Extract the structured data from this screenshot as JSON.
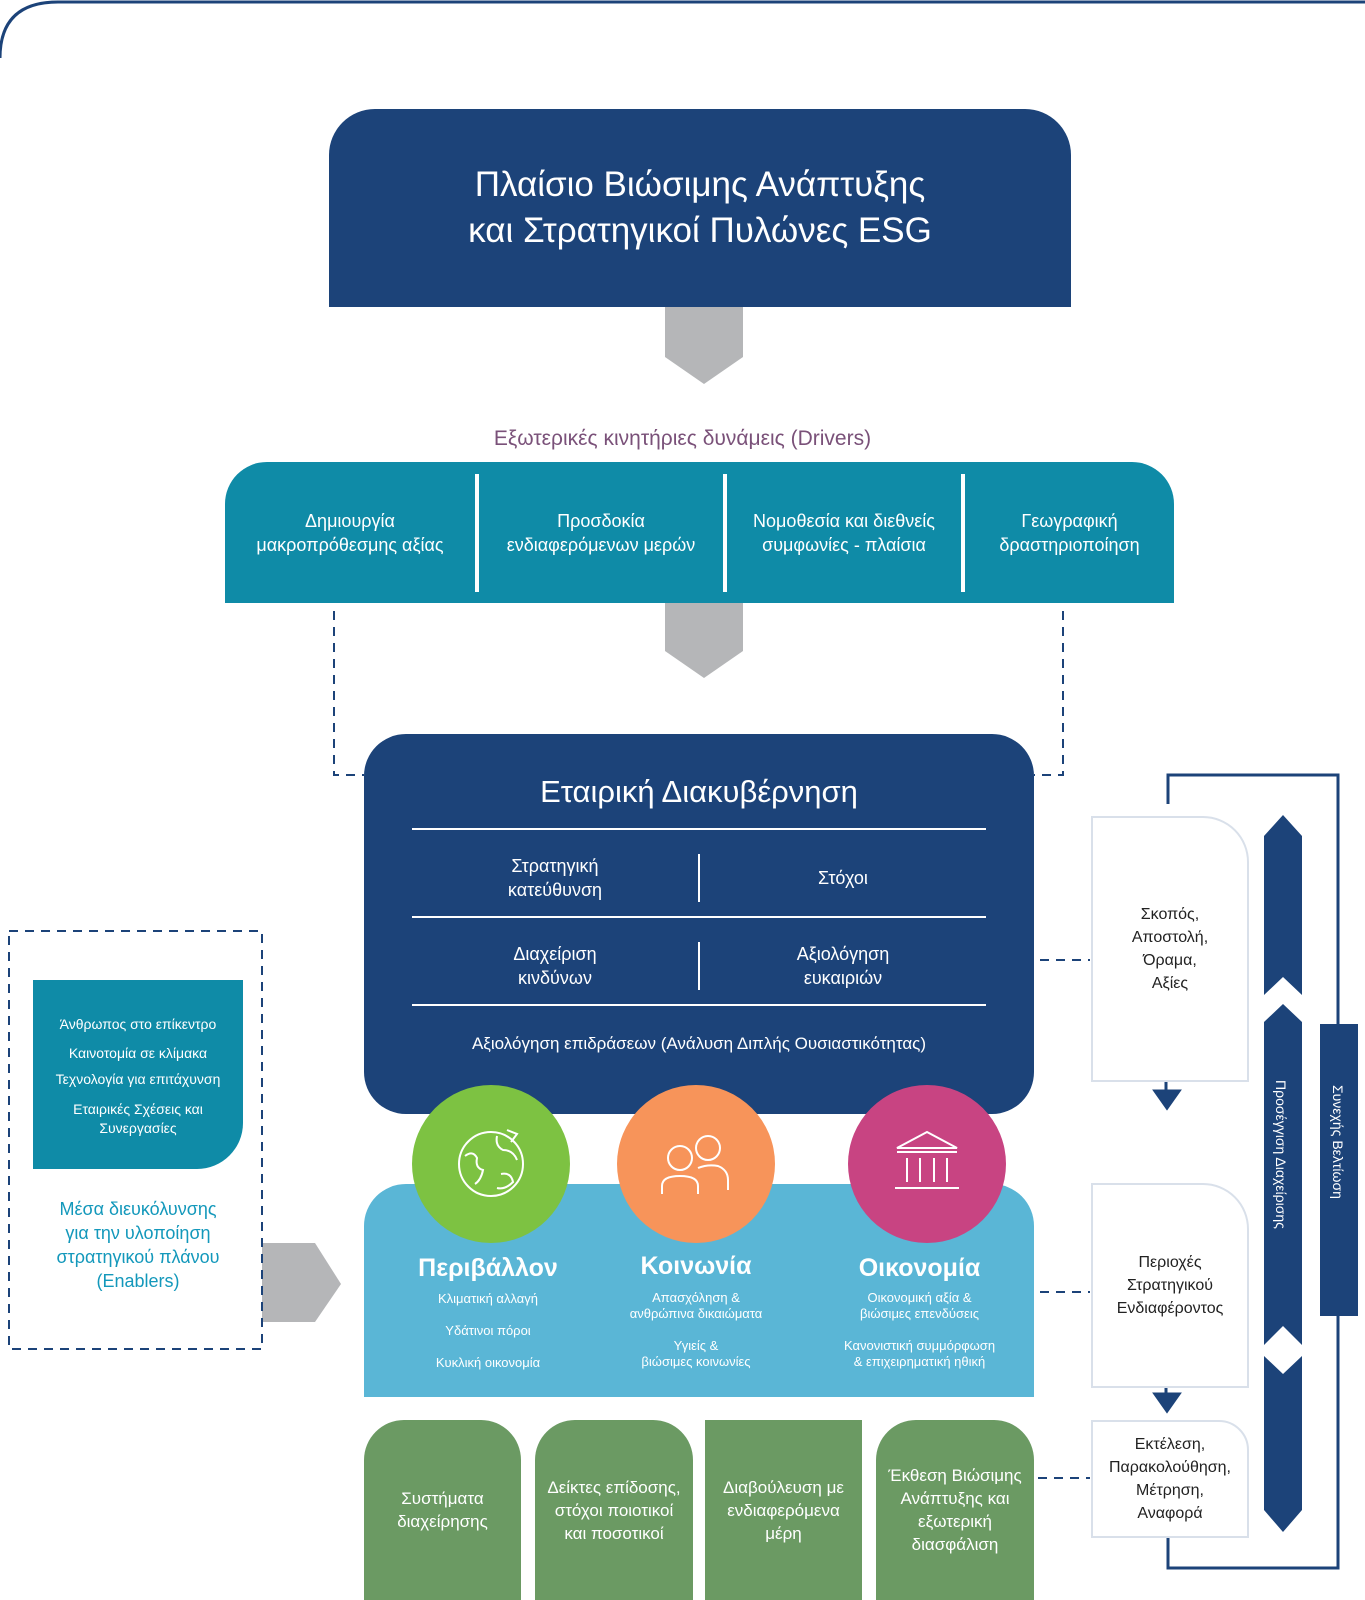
{
  "title": {
    "line1": "Πλαίσιο Βιώσιμης Ανάπτυξης",
    "line2": "και Στρατηγικοί Πυλώνες ESG"
  },
  "drivers": {
    "heading": "Εξωτερικές κινητήριες δυνάμεις (Drivers)",
    "items": [
      {
        "line1": "Δημιουργία",
        "line2": "μακροπρόθεσμης αξίας"
      },
      {
        "line1": "Προσδοκία",
        "line2": "ενδιαφερόμενων μερών"
      },
      {
        "line1": "Νομοθεσία και διεθνείς",
        "line2": "συμφωνίες - πλαίσια"
      },
      {
        "line1": "Γεωγραφική",
        "line2": "δραστηριοποίηση"
      }
    ]
  },
  "governance": {
    "title": "Εταιρική Διακυβέρνηση",
    "strategy": {
      "line1": "Στρατηγική",
      "line2": "κατεύθυνση"
    },
    "goals": "Στόχοι",
    "risk": {
      "line1": "Διαχείριση",
      "line2": "κινδύνων"
    },
    "opportunities": {
      "line1": "Αξιολόγηση",
      "line2": "ευκαιριών"
    },
    "impact": "Αξιολόγηση επιδράσεων (Ανάλυση Διπλής Ουσιαστικότητας)"
  },
  "pillars": [
    {
      "title": "Περιβάλλον",
      "icon": "globe-icon",
      "color": "#7dc242",
      "items": [
        "Κλιματική αλλαγή",
        "Υδάτινοι πόροι",
        "Κυκλική οικονομία"
      ]
    },
    {
      "title": "Κοινωνία",
      "icon": "people-icon",
      "color": "#f7945a",
      "items": [
        "Απασχόληση &",
        "ανθρώπινα δικαιώματα",
        "Υγιείς &",
        "βιώσιμες κοινωνίες"
      ]
    },
    {
      "title": "Οικονομία",
      "icon": "institution-icon",
      "color": "#c84482",
      "items": [
        "Οικονομική αξία &",
        "βιώσιμες επενδύσεις",
        "Κανονιστική συμμόρφωση",
        "& επιχειρηματική ηθική"
      ]
    }
  ],
  "tools": [
    {
      "line1": "Συστήματα",
      "line2": "διαχείρησης"
    },
    {
      "line1": "Δείκτες επίδοσης,",
      "line2": "στόχοι ποιοτικοί",
      "line3": "και ποσοτικοί"
    },
    {
      "line1": "Διαβούλευση με",
      "line2": "ενδιαφερόμενα",
      "line3": "μέρη"
    },
    {
      "line1": "Έκθεση Βιώσιμης",
      "line2": "Ανάπτυξης και",
      "line3": "εξωτερική",
      "line4": "διασφάλιση"
    }
  ],
  "enablers": {
    "items": [
      "Άνθρωπος στο επίκεντρο",
      "Καινοτομία σε κλίμακα",
      "Τεχνολογία για επιτάχυνση",
      "Εταιρικές Σχέσεις και",
      "Συνεργασίες"
    ],
    "caption": {
      "line1": "Μέσα διευκόλυνσης",
      "line2": "για την υλοποίηση",
      "line3": "στρατηγικού πλάνου",
      "line4": "(Enablers)"
    }
  },
  "process": [
    {
      "line1": "Σκοπός,",
      "line2": "Αποστολή,",
      "line3": "Όραμα,",
      "line4": "Αξίες"
    },
    {
      "line1": "Περιοχές",
      "line2": "Στρατηγικού",
      "line3": "Ενδιαφέροντος"
    },
    {
      "line1": "Εκτέλεση,",
      "line2": "Παρακολούθηση,",
      "line3": "Μέτρηση,",
      "line4": "Αναφορά"
    }
  ],
  "side_labels": {
    "management_approach": "Προσέγγιση Διαχείρισης",
    "continuous_improvement": "Συνεχής Βελτίωση"
  },
  "colors": {
    "navy": "#1c4379",
    "teal": "#0f8ba7",
    "light_blue": "#5ab6d6",
    "green": "#6b9a63",
    "grey_arrow": "#b5b6b8"
  }
}
